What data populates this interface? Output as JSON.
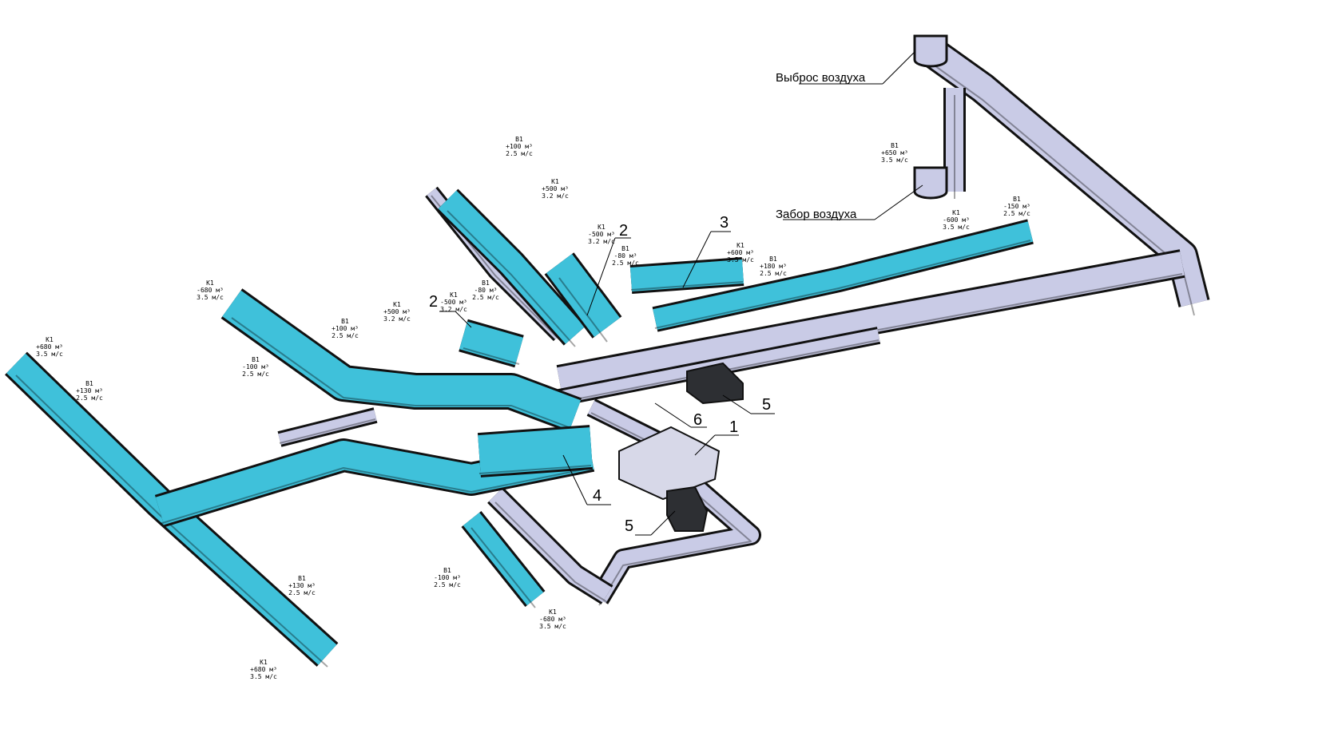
{
  "colors": {
    "supply_duct": "#3fc1da",
    "exhaust_duct": "#c9cbe6",
    "outline": "#111111",
    "dark_face": "#2f4d5a"
  },
  "flow_labels": [
    [
      "К1",
      "+680 м³",
      "3.5 м/с"
    ],
    [
      "В1",
      "+130 м³",
      "2.5 м/с"
    ],
    [
      "К1",
      "-680 м³",
      "3.5 м/с"
    ],
    [
      "В1",
      "-100 м³",
      "2.5 м/с"
    ],
    [
      "В1",
      "+100 м³",
      "2.5 м/с"
    ],
    [
      "К1",
      "+500 м³",
      "3.2 м/с"
    ],
    [
      "К1",
      "-500 м³",
      "3.2 м/с"
    ],
    [
      "В1",
      "-80 м³",
      "2.5 м/с"
    ],
    [
      "В1",
      "+100 м³",
      "2.5 м/с"
    ],
    [
      "К1",
      "+500 м³",
      "3.2 м/с"
    ],
    [
      "К1",
      "-500 м³",
      "3.2 м/с"
    ],
    [
      "В1",
      "-80 м³",
      "2.5 м/с"
    ],
    [
      "К1",
      "+600 м³",
      "3.5 м/с"
    ],
    [
      "В1",
      "+180 м³",
      "2.5 м/с"
    ],
    [
      "В1",
      "+650 м³",
      "3.5 м/с"
    ],
    [
      "К1",
      "-600 м³",
      "3.5 м/с"
    ],
    [
      "В1",
      "-150 м³",
      "2.5 м/с"
    ],
    [
      "В1",
      "+130 м³",
      "2.5 м/с"
    ],
    [
      "В1",
      "-100 м³",
      "2.5 м/с"
    ],
    [
      "К1",
      "-680 м³",
      "3.5 м/с"
    ],
    [
      "К1",
      "+680 м³",
      "3.5 м/с"
    ]
  ],
  "callouts": [
    "2",
    "2",
    "3",
    "1",
    "4",
    "5",
    "5",
    "6"
  ],
  "tags": {
    "exhaust": "Выброс воздуха",
    "intake": "Забор воздуха"
  }
}
